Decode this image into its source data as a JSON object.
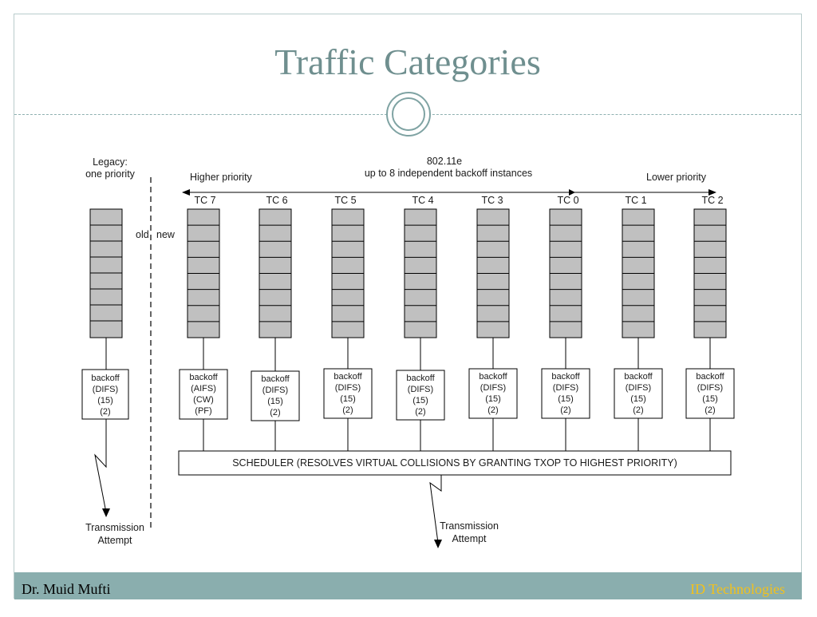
{
  "slide": {
    "title": "Traffic Categories",
    "footer": {
      "author": "Dr. Muid Mufti",
      "company": "ID Technologies"
    }
  },
  "colors": {
    "title": "#6f8f8f",
    "footer_bar": "#8aaeae",
    "company_text": "#f2c11c",
    "queue_fill": "#c0c0c0"
  },
  "diagram": {
    "legacy_label": [
      "Legacy:",
      "one priority"
    ],
    "standard_label": [
      "802.11e",
      "up to 8 independent backoff instances"
    ],
    "higher_priority": "Higher priority",
    "lower_priority": "Lower priority",
    "old_label": "old",
    "new_label": "new",
    "legacy_queue": {
      "backoff": [
        "backoff",
        "(DIFS)",
        "(15)",
        "(2)"
      ]
    },
    "traffic_categories": [
      {
        "name": "TC 7",
        "backoff": [
          "backoff",
          "(AIFS)",
          "(CW)",
          "(PF)"
        ]
      },
      {
        "name": "TC 6",
        "backoff": [
          "backoff",
          "(DIFS)",
          "(15)",
          "(2)"
        ]
      },
      {
        "name": "TC 5",
        "backoff": [
          "backoff",
          "(DIFS)",
          "(15)",
          "(2)"
        ]
      },
      {
        "name": "TC 4",
        "backoff": [
          "backoff",
          "(DIFS)",
          "(15)",
          "(2)"
        ]
      },
      {
        "name": "TC 3",
        "backoff": [
          "backoff",
          "(DIFS)",
          "(15)",
          "(2)"
        ]
      },
      {
        "name": "TC 0",
        "backoff": [
          "backoff",
          "(DIFS)",
          "(15)",
          "(2)"
        ]
      },
      {
        "name": "TC 1",
        "backoff": [
          "backoff",
          "(DIFS)",
          "(15)",
          "(2)"
        ]
      },
      {
        "name": "TC 2",
        "backoff": [
          "backoff",
          "(DIFS)",
          "(15)",
          "(2)"
        ]
      }
    ],
    "scheduler": "SCHEDULER (RESOLVES VIRTUAL COLLISIONS BY GRANTING TXOP TO HIGHEST PRIORITY)",
    "legacy_transmission": [
      "Transmission",
      "Attempt"
    ],
    "transmission": [
      "Transmission",
      "Attempt"
    ]
  }
}
